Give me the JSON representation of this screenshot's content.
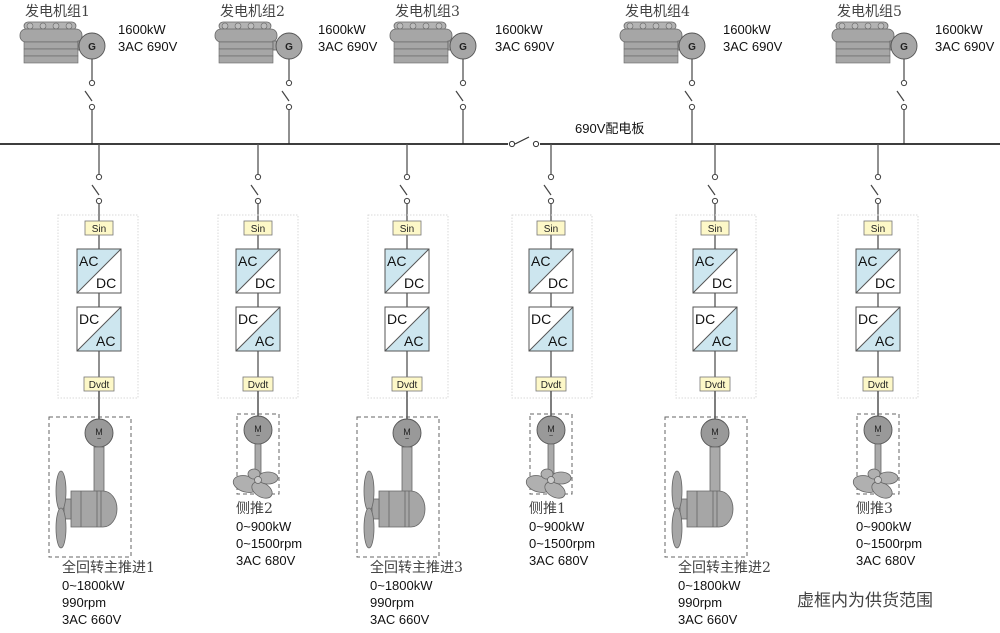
{
  "busbar": {
    "label": "690V配电板"
  },
  "generators": [
    {
      "name": "发电机组1",
      "power": "1600kW",
      "voltage": "3AC 690V",
      "symbol": "G"
    },
    {
      "name": "发电机组2",
      "power": "1600kW",
      "voltage": "3AC 690V",
      "symbol": "G"
    },
    {
      "name": "发电机组3",
      "power": "1600kW",
      "voltage": "3AC 690V",
      "symbol": "G"
    },
    {
      "name": "发电机组4",
      "power": "1600kW",
      "voltage": "3AC 690V",
      "symbol": "G"
    },
    {
      "name": "发电机组5",
      "power": "1600kW",
      "voltage": "3AC 690V",
      "symbol": "G"
    }
  ],
  "drives": [
    {
      "sin": "Sin",
      "rect": [
        "AC",
        "DC"
      ],
      "inv": [
        "DC",
        "AC"
      ],
      "dvdt": "Dvdt",
      "motor": "M",
      "type": "azimuth",
      "name": "全回转主推进1",
      "lines": [
        "0~1800kW",
        "990rpm",
        "3AC 660V"
      ]
    },
    {
      "sin": "Sin",
      "rect": [
        "AC",
        "DC"
      ],
      "inv": [
        "DC",
        "AC"
      ],
      "dvdt": "Dvdt",
      "motor": "M",
      "type": "tunnel",
      "name": "侧推2",
      "lines": [
        "0~900kW",
        "0~1500rpm",
        "3AC 680V"
      ]
    },
    {
      "sin": "Sin",
      "rect": [
        "AC",
        "DC"
      ],
      "inv": [
        "DC",
        "AC"
      ],
      "dvdt": "Dvdt",
      "motor": "M",
      "type": "azimuth",
      "name": "全回转主推进3",
      "lines": [
        "0~1800kW",
        "990rpm",
        "3AC 660V"
      ]
    },
    {
      "sin": "Sin",
      "rect": [
        "AC",
        "DC"
      ],
      "inv": [
        "DC",
        "AC"
      ],
      "dvdt": "Dvdt",
      "motor": "M",
      "type": "tunnel",
      "name": "侧推1",
      "lines": [
        "0~900kW",
        "0~1500rpm",
        "3AC 680V"
      ]
    },
    {
      "sin": "Sin",
      "rect": [
        "AC",
        "DC"
      ],
      "inv": [
        "DC",
        "AC"
      ],
      "dvdt": "Dvdt",
      "motor": "M",
      "type": "azimuth",
      "name": "全回转主推进2",
      "lines": [
        "0~1800kW",
        "990rpm",
        "3AC 660V"
      ]
    },
    {
      "sin": "Sin",
      "rect": [
        "AC",
        "DC"
      ],
      "inv": [
        "DC",
        "AC"
      ],
      "dvdt": "Dvdt",
      "motor": "M",
      "type": "tunnel",
      "name": "侧推3",
      "lines": [
        "0~900kW",
        "0~1500rpm",
        "3AC 680V"
      ]
    }
  ],
  "legend": "虚框内为供货范围",
  "colors": {
    "converter_fill": "#cde6ef",
    "filter_fill": "#fdf8c8",
    "motor_fill": "#999999",
    "machine_fill": "#a6a6a6"
  }
}
